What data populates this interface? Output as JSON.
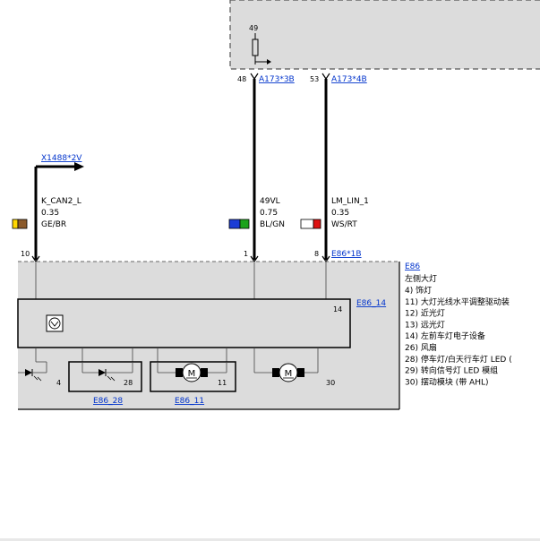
{
  "upper_module": {
    "pin_49": "49",
    "pin_48": "48",
    "pin_53": "53",
    "link_a173_3b": "A173*3B",
    "link_a173_4b": "A173*4B"
  },
  "connector_x1488": {
    "link": "X1488*2V"
  },
  "wires": {
    "k_can2_l": {
      "name": "K_CAN2_L",
      "gauge": "0.35",
      "color_code": "GE/BR",
      "pin": "10",
      "colors": [
        "#ffd700",
        "#8b5a2b"
      ]
    },
    "vl49": {
      "name": "49VL",
      "gauge": "0.75",
      "color_code": "BL/GN",
      "pin": "1",
      "colors": [
        "#1a3cd6",
        "#1aa31a"
      ]
    },
    "lm_lin_1": {
      "name": "LM_LIN_1",
      "gauge": "0.35",
      "color_code": "WS/RT",
      "pin": "8",
      "colors": [
        "#ffffff",
        "#dd1111"
      ]
    }
  },
  "e86": {
    "link_e86_1b": "E86*1B",
    "link_e86": "E86",
    "link_e86_14": "E86_14",
    "pin_14": "14",
    "pin_4": "4",
    "pin_28": "28",
    "pin_11": "11",
    "pin_30": "30",
    "link_e86_28": "E86_28",
    "link_e86_11": "E86_11"
  },
  "legend": {
    "title": "左侧大灯",
    "items": [
      "4)    饰灯",
      "11)  大灯光线水平调整驱动装",
      "12)  近光灯",
      "13)  远光灯",
      "14)  左前车灯电子设备",
      "26)  风扇",
      "28)  停车灯/白天行车灯 LED (",
      "29)  转向信号灯 LED 模组",
      "30)  摆动模块 (带 AHL)"
    ]
  }
}
